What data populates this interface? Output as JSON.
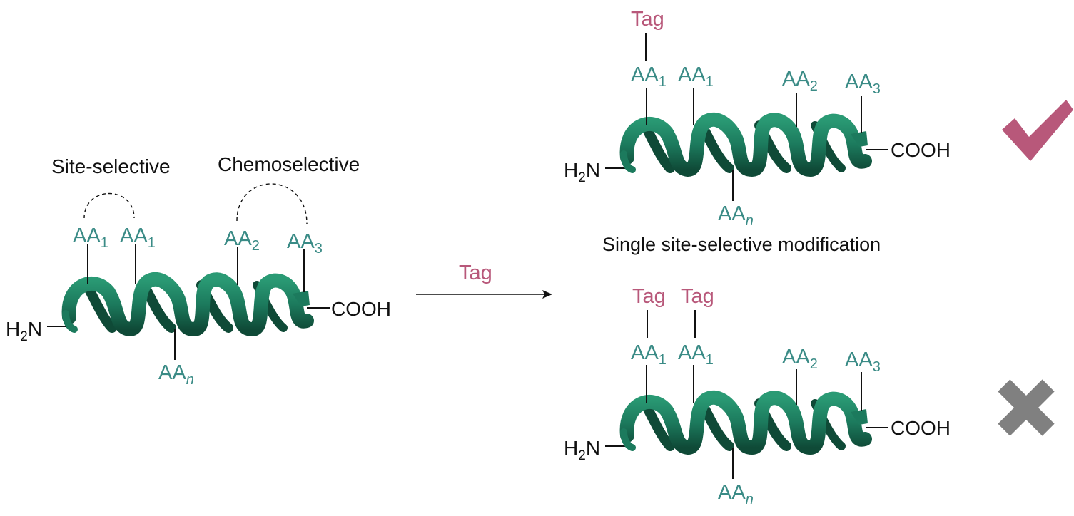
{
  "labels": {
    "aa_base": "AA",
    "sub_1": "1",
    "sub_2": "2",
    "sub_3": "3",
    "sub_n": "n",
    "tag": "Tag",
    "h2n_h": "H",
    "h2n_sub": "2",
    "h2n_n": "N",
    "cooh": "COOH",
    "site_selective": "Site-selective",
    "chemoselective": "Chemoselective",
    "arrow_label": "Tag",
    "single_caption": "Single site-selective modification"
  },
  "colors": {
    "helix": "#1c7a5d",
    "helix_dark": "#114d3a",
    "aa_text": "#3a8b86",
    "tag_text": "#b8587a",
    "check": "#b8587a",
    "cross": "#808080"
  },
  "icons": {
    "success": "checkmark-icon",
    "failure": "cross-icon"
  }
}
